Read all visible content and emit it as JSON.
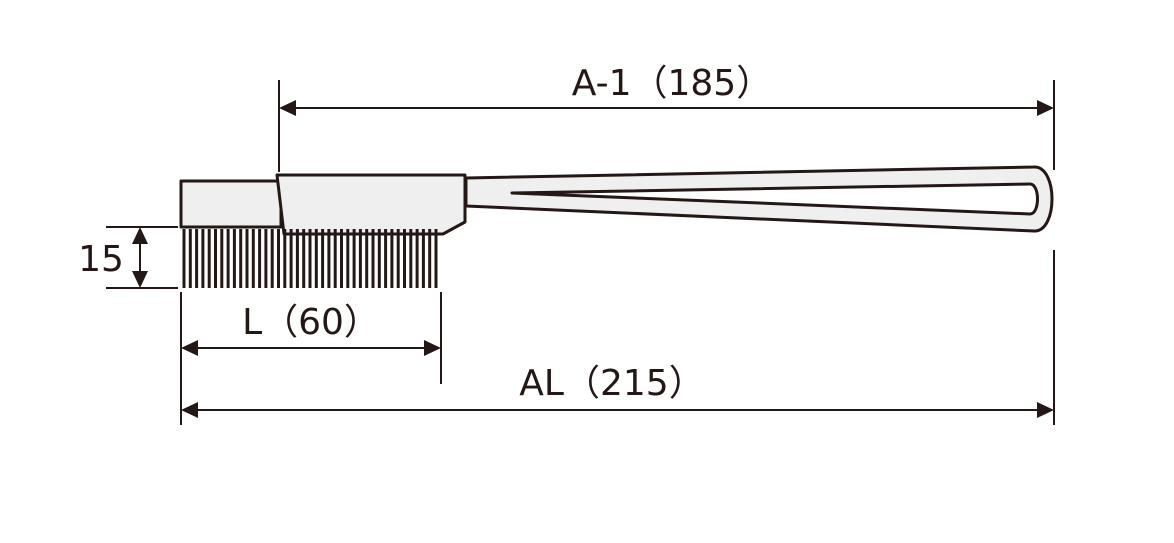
{
  "dimensions": {
    "a1_label": "A-1（185）",
    "l_label": "L（60）",
    "al_label": "AL（215）",
    "height_label": "15"
  },
  "colors": {
    "ink": "#231815",
    "fill": "#efefef"
  }
}
